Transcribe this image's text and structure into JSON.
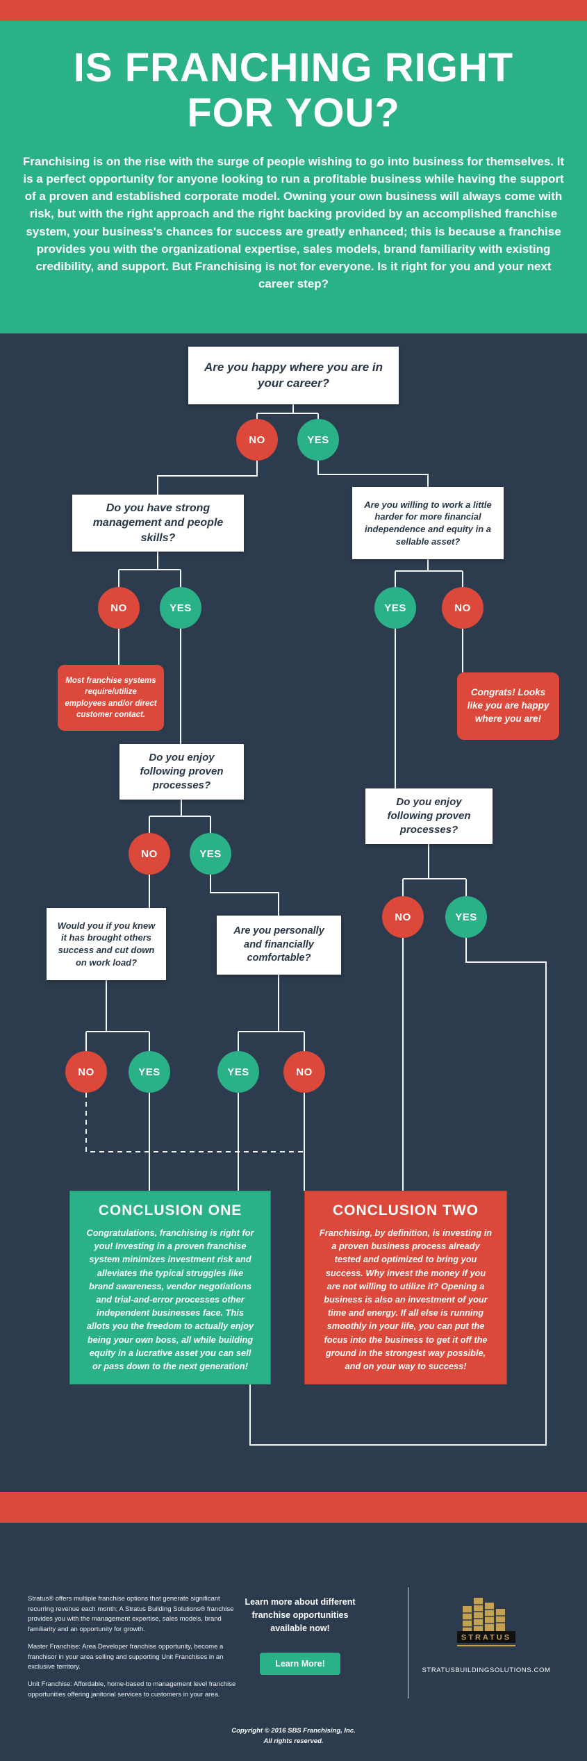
{
  "header": {
    "title_line1": "IS FRANCHING RIGHT",
    "title_line2": "FOR YOU?",
    "intro": "Franchising is on the rise with the surge of people wishing to go into business for themselves. It is a perfect opportunity for anyone looking to run a profitable business while having the support of a proven and established corporate model. Owning your own business will always come with risk, but with the right approach and the right backing provided by an accomplished franchise system, your business's chances for success are greatly enhanced; this is because a franchise provides you with the organizational expertise, sales models, brand familiarity with existing credibility, and support. But Franchising is not for everyone. Is it right for you and your next career step?"
  },
  "labels": {
    "no": "NO",
    "yes": "YES"
  },
  "flow": {
    "q_career": "Are you happy where you are in your career?",
    "q_skills": "Do you have strong management and people skills?",
    "q_harder": "Are you willing to work a little harder for more financial independence and equity in a sellable asset?",
    "note_employees": "Most franchise systems require/utilize employees and/or direct customer contact.",
    "note_congrats": "Congrats! Looks like you are happy where you are!",
    "q_processes_left": "Do you enjoy following proven processes?",
    "q_processes_right": "Do you enjoy following proven processes?",
    "q_brought_success": "Would you if you knew it has brought others success and cut down on work load?",
    "q_comfortable": "Are you personally and financially comfortable?"
  },
  "conclusions": {
    "one_title": "CONCLUSION ONE",
    "one_body": "Congratulations, franchising is right for you! Investing in a proven franchise system minimizes investment risk and alleviates the typical struggles like brand awareness, vendor negotiations and trial-and-error processes other independent businesses face. This allots you the freedom to actually enjoy being your own boss, all while building equity in a lucrative asset you can sell or pass down to the next generation!",
    "two_title": "CONCLUSION TWO",
    "two_body": "Franchising, by definition, is investing in a proven business process already tested and optimized to bring you success. Why invest the money if you are not willing to utilize it? Opening a business is also an investment of your time and energy. If all else is running smoothly in your life, you can put the focus into the business to get it off the ground in the strongest way possible, and on your way to success!"
  },
  "footer": {
    "smallprint_1": "Stratus® offers multiple franchise options that generate significant recurring revenue each month; A Stratus Building Solutions® franchise provides you with the management expertise, sales models, brand familiarity and an opportunity for growth.",
    "smallprint_2": "Master Franchise: Area Developer franchise opportunity, become a franchisor in your area selling and supporting Unit Franchises in an exclusive territory.",
    "smallprint_3": "Unit Franchise: Affordable, home-based to management level franchise opportunities offering janitorial services to customers in your area.",
    "cta_text": "Learn more about different franchise opportunities available now!",
    "cta_button": "Learn More!",
    "logo_text": "STRATUS",
    "website": "STRATUSBUILDINGSOLUTIONS.COM",
    "copyright_1": "Copyright © 2016 SBS Franchising, Inc.",
    "copyright_2": "All rights reserved."
  },
  "colors": {
    "red": "#dc4839",
    "green": "#2ab187",
    "navy": "#2c3b4e"
  }
}
